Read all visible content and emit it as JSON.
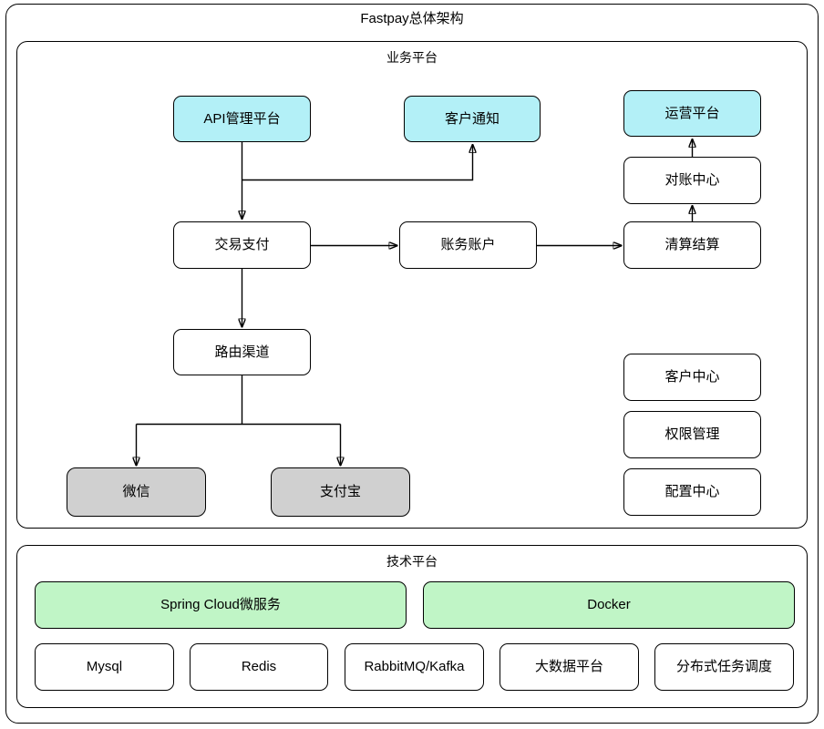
{
  "title": "Fastpay总体架构",
  "groups": {
    "business": {
      "label": "业务平台"
    },
    "tech": {
      "label": "技术平台"
    }
  },
  "nodes": {
    "api": {
      "label": "API管理平台",
      "fill": "cyan"
    },
    "notify": {
      "label": "客户通知",
      "fill": "cyan"
    },
    "ops": {
      "label": "运营平台",
      "fill": "cyan"
    },
    "recon": {
      "label": "对账中心",
      "fill": "white"
    },
    "trade": {
      "label": "交易支付",
      "fill": "white"
    },
    "account": {
      "label": "账务账户",
      "fill": "white"
    },
    "clearing": {
      "label": "清算结算",
      "fill": "white"
    },
    "routing": {
      "label": "路由渠道",
      "fill": "white"
    },
    "customer": {
      "label": "客户中心",
      "fill": "white"
    },
    "perm": {
      "label": "权限管理",
      "fill": "white"
    },
    "config": {
      "label": "配置中心",
      "fill": "white"
    },
    "wechat": {
      "label": "微信",
      "fill": "gray"
    },
    "alipay": {
      "label": "支付宝",
      "fill": "gray"
    },
    "spring": {
      "label": "Spring Cloud微服务",
      "fill": "green"
    },
    "docker": {
      "label": "Docker",
      "fill": "green"
    },
    "mysql": {
      "label": "Mysql",
      "fill": "white"
    },
    "redis": {
      "label": "Redis",
      "fill": "white"
    },
    "mq": {
      "label": "RabbitMQ/Kafka",
      "fill": "white"
    },
    "bigdata": {
      "label": "大数据平台",
      "fill": "white"
    },
    "scheduler": {
      "label": "分布式任务调度",
      "fill": "white"
    }
  },
  "edges": [
    {
      "from": "api",
      "to": "trade"
    },
    {
      "from": "api",
      "to": "notify"
    },
    {
      "from": "trade",
      "to": "account"
    },
    {
      "from": "account",
      "to": "clearing"
    },
    {
      "from": "clearing",
      "to": "recon"
    },
    {
      "from": "recon",
      "to": "ops"
    },
    {
      "from": "trade",
      "to": "routing"
    },
    {
      "from": "routing",
      "to": "wechat"
    },
    {
      "from": "routing",
      "to": "alipay"
    }
  ],
  "colors": {
    "cyan": "#b3f0f7",
    "green": "#c0f5c6",
    "gray": "#d0d0d0",
    "white": "#ffffff",
    "line": "#000000"
  }
}
